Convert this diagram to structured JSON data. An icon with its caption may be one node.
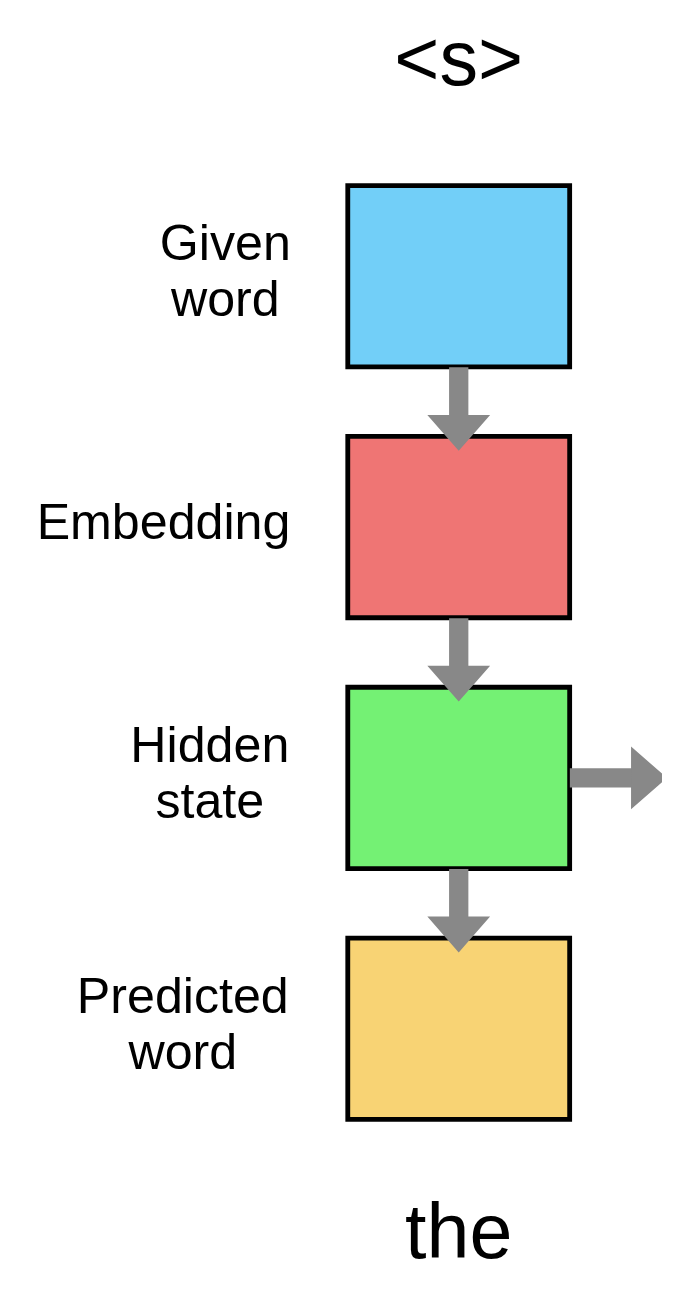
{
  "diagram": {
    "nodes": [
      {
        "text": [],
        "shape": "box",
        "beside": [
          "Given word"
        ]
      },
      {
        "text": [],
        "shape": "box",
        "beside": [
          "Embedding"
        ]
      },
      {
        "text": [],
        "shape": "box",
        "beside": [
          "Hidden state"
        ]
      },
      {
        "text": [],
        "shape": "box",
        "beside": [
          "Predicted word"
        ]
      }
    ],
    "edges": [
      {
        "from": 0,
        "to": 1,
        "arrow": "to"
      },
      {
        "from": 1,
        "to": 2,
        "arrow": "to"
      },
      {
        "from": 2,
        "to": 3,
        "arrow": "to"
      },
      {
        "from": 2,
        "to": null,
        "arrow": "to"
      }
    ],
    "labels": [
      "<s>",
      "the"
    ]
  }
}
